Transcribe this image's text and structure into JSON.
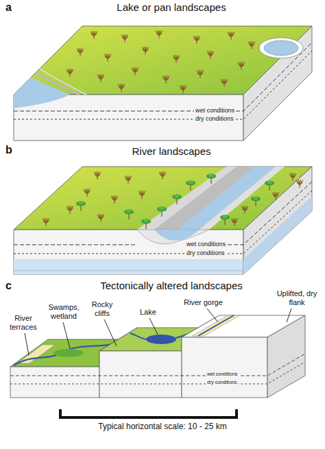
{
  "diagram": {
    "labels": [
      "a",
      "Lake or pan landscapes",
      "wet conditions",
      "dry conditions",
      "b",
      "River landscapes",
      "wet conditions",
      "dry conditions",
      "c",
      "Tectonically altered landscapes",
      "River terraces",
      "Swamps, wetland",
      "Rocky cliffs",
      "Lake",
      "River gorge",
      "Uplifted, dry flank",
      "wet conditions",
      "dry conditions",
      "Typical horizontal scale: 10 - 25 km"
    ]
  }
}
